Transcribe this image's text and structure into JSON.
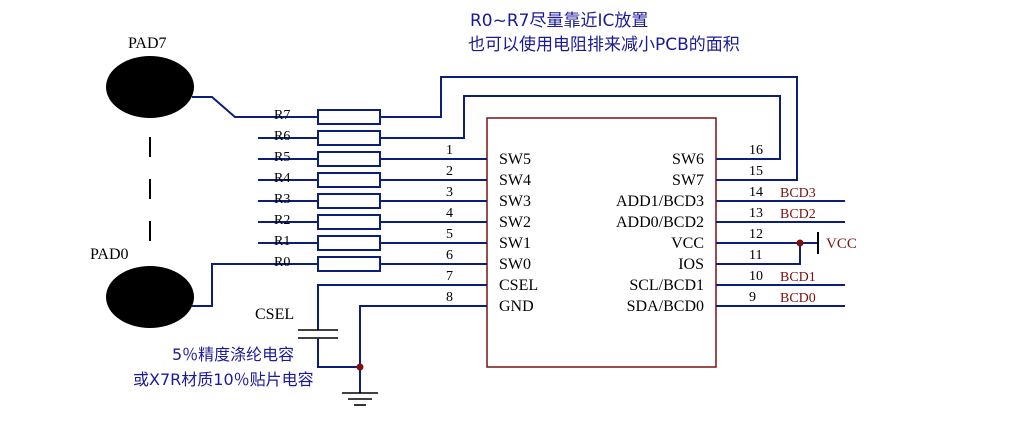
{
  "notes": {
    "top_line1": "R0~R7尽量靠近IC放置",
    "top_line2": "也可以使用电阻排来减小PCB的面积",
    "cap_line1": "5％精度涤纶电容",
    "cap_line2": "或X7R材质10％贴片电容"
  },
  "pads": {
    "top": "PAD7",
    "bottom": "PAD0"
  },
  "resistors": [
    "R7",
    "R6",
    "R5",
    "R4",
    "R3",
    "R2",
    "R1",
    "R0"
  ],
  "cap_label": "CSEL",
  "ic": {
    "left_pins": [
      {
        "num": "1",
        "name": "SW5"
      },
      {
        "num": "2",
        "name": "SW4"
      },
      {
        "num": "3",
        "name": "SW3"
      },
      {
        "num": "4",
        "name": "SW2"
      },
      {
        "num": "5",
        "name": "SW1"
      },
      {
        "num": "6",
        "name": "SW0"
      },
      {
        "num": "7",
        "name": "CSEL"
      },
      {
        "num": "8",
        "name": "GND"
      }
    ],
    "right_pins": [
      {
        "num": "16",
        "name": "SW6",
        "net": ""
      },
      {
        "num": "15",
        "name": "SW7",
        "net": ""
      },
      {
        "num": "14",
        "name": "ADD1/BCD3",
        "net": "BCD3"
      },
      {
        "num": "13",
        "name": "ADD0/BCD2",
        "net": "BCD2"
      },
      {
        "num": "12",
        "name": "VCC",
        "net": ""
      },
      {
        "num": "11",
        "name": "IOS",
        "net": ""
      },
      {
        "num": "10",
        "name": "SCL/BCD1",
        "net": "BCD1"
      },
      {
        "num": "9",
        "name": "SDA/BCD0",
        "net": "BCD0"
      }
    ]
  },
  "vcc_label": "VCC",
  "colors": {
    "wire": "#0b1f7a",
    "net_label": "#7a1010",
    "note_text": "#1a1a99"
  }
}
